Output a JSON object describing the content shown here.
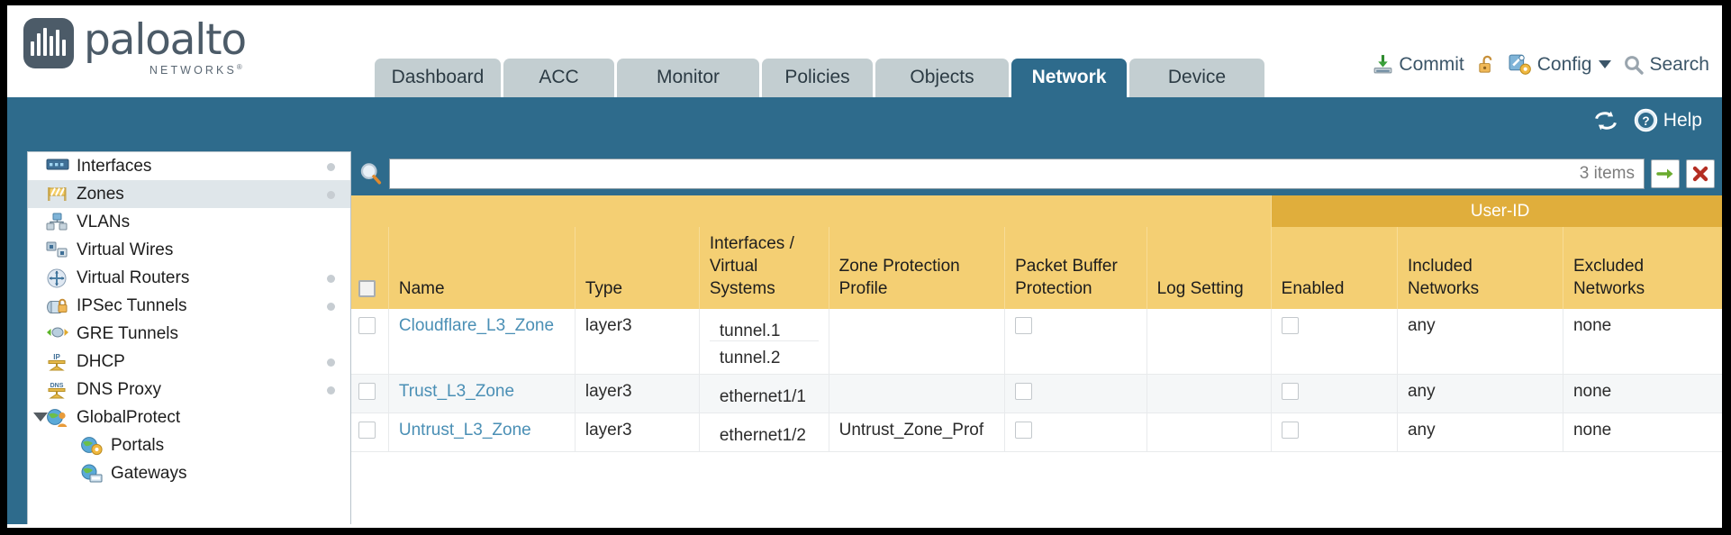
{
  "brand": {
    "name": "paloalto",
    "tagline": "NETWORKS",
    "trademark": "®"
  },
  "header": {
    "tabs": [
      {
        "label": "Dashboard",
        "active": false,
        "width": 140
      },
      {
        "label": "ACC",
        "active": false,
        "width": 123
      },
      {
        "label": "Monitor",
        "active": false,
        "width": 158
      },
      {
        "label": "Policies",
        "active": false,
        "width": 123
      },
      {
        "label": "Objects",
        "active": false,
        "width": 148
      },
      {
        "label": "Network",
        "active": true,
        "width": 128
      },
      {
        "label": "Device",
        "active": false,
        "width": 150
      }
    ],
    "actions": {
      "commit": "Commit",
      "lock_icon": "unlocked-padlock-icon",
      "config": "Config",
      "search": "Search"
    }
  },
  "band": {
    "refresh_icon": "refresh-icon",
    "help": "Help"
  },
  "sidebar": {
    "items": [
      {
        "label": "Interfaces",
        "icon": "interfaces-icon",
        "selected": false,
        "dot": true,
        "child": false,
        "caret": false
      },
      {
        "label": "Zones",
        "icon": "zones-icon",
        "selected": true,
        "dot": true,
        "child": false,
        "caret": false
      },
      {
        "label": "VLANs",
        "icon": "vlans-icon",
        "selected": false,
        "dot": false,
        "child": false,
        "caret": false
      },
      {
        "label": "Virtual Wires",
        "icon": "virtual-wires-icon",
        "selected": false,
        "dot": false,
        "child": false,
        "caret": false
      },
      {
        "label": "Virtual Routers",
        "icon": "virtual-routers-icon",
        "selected": false,
        "dot": true,
        "child": false,
        "caret": false
      },
      {
        "label": "IPSec Tunnels",
        "icon": "ipsec-tunnels-icon",
        "selected": false,
        "dot": true,
        "child": false,
        "caret": false
      },
      {
        "label": "GRE Tunnels",
        "icon": "gre-tunnels-icon",
        "selected": false,
        "dot": false,
        "child": false,
        "caret": false
      },
      {
        "label": "DHCP",
        "icon": "dhcp-icon",
        "selected": false,
        "dot": true,
        "child": false,
        "caret": false
      },
      {
        "label": "DNS Proxy",
        "icon": "dns-proxy-icon",
        "selected": false,
        "dot": true,
        "child": false,
        "caret": false
      },
      {
        "label": "GlobalProtect",
        "icon": "globalprotect-icon",
        "selected": false,
        "dot": false,
        "child": false,
        "caret": true
      },
      {
        "label": "Portals",
        "icon": "portals-icon",
        "selected": false,
        "dot": false,
        "child": true,
        "caret": false
      },
      {
        "label": "Gateways",
        "icon": "gateways-icon",
        "selected": false,
        "dot": false,
        "child": true,
        "caret": false
      }
    ]
  },
  "filter": {
    "search_icon": "search-icon",
    "value": "",
    "placeholder": "",
    "item_count": "3 items",
    "apply_icon": "green-arrow-apply-icon",
    "clear_icon": "red-x-clear-icon"
  },
  "table": {
    "group_header": "User-ID",
    "columns": [
      "Name",
      "Type",
      "Interfaces / Virtual Systems",
      "Zone Protection Profile",
      "Packet Buffer Protection",
      "Log Setting",
      "Enabled",
      "Included Networks",
      "Excluded Networks"
    ],
    "rows": [
      {
        "name": "Cloudflare_L3_Zone",
        "type": "layer3",
        "interfaces": [
          "tunnel.1",
          "tunnel.2"
        ],
        "zone_protection_profile": "",
        "packet_buffer_protection": false,
        "log_setting": "",
        "user_id_enabled": false,
        "included_networks": "any",
        "excluded_networks": "none",
        "selected": false
      },
      {
        "name": "Trust_L3_Zone",
        "type": "layer3",
        "interfaces": [
          "ethernet1/1"
        ],
        "zone_protection_profile": "",
        "packet_buffer_protection": false,
        "log_setting": "",
        "user_id_enabled": false,
        "included_networks": "any",
        "excluded_networks": "none",
        "selected": false
      },
      {
        "name": "Untrust_L3_Zone",
        "type": "layer3",
        "interfaces": [
          "ethernet1/2"
        ],
        "zone_protection_profile": "Untrust_Zone_Prof",
        "packet_buffer_protection": false,
        "log_setting": "",
        "user_id_enabled": false,
        "included_networks": "any",
        "excluded_networks": "none",
        "selected": false
      }
    ]
  },
  "colors": {
    "brand_slate": "#4c5b68",
    "nav_blue": "#2e6b8c",
    "tab_grey": "#c3ced1",
    "header_gold": "#f4cf73",
    "group_gold": "#e0ae3c",
    "link_blue": "#4a8fb5",
    "sidebar_selected": "#dfe6ea"
  }
}
